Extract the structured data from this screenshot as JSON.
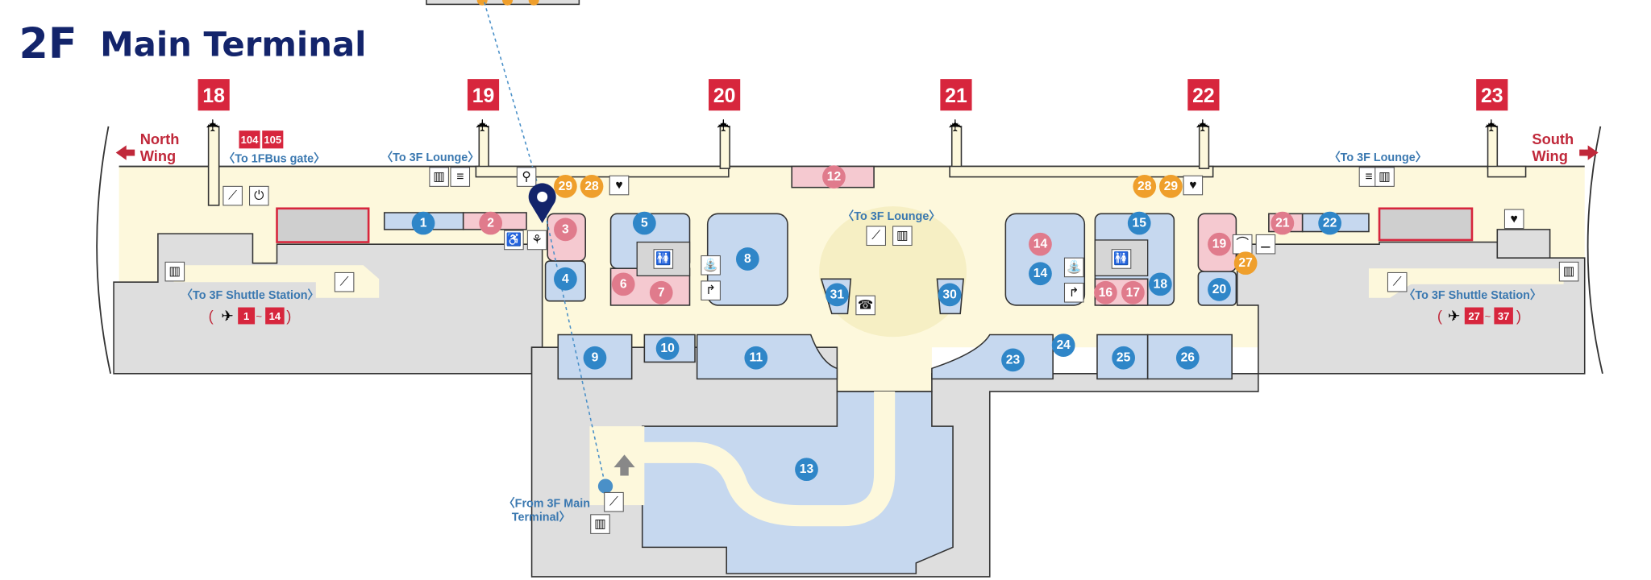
{
  "header": {
    "floor": "2F",
    "title": "Main Terminal"
  },
  "gates": [
    "18",
    "19",
    "20",
    "21",
    "22",
    "23"
  ],
  "wings": {
    "north": [
      "North",
      "Wing"
    ],
    "south": [
      "South",
      "Wing"
    ]
  },
  "bus_gates": [
    "104",
    "105"
  ],
  "labels": {
    "to_bus_gate": "〈To 1FBus gate〉",
    "to_lounge_left": "〈To 3F Lounge〉",
    "to_lounge_center": "〈To 3F Lounge〉",
    "to_lounge_right": "〈To 3F Lounge〉",
    "to_shuttle_left": "〈To 3F Shuttle Station〉",
    "to_shuttle_right": "〈To 3F Shuttle Station〉",
    "shuttle_left_from": "1",
    "shuttle_left_to": "14",
    "shuttle_right_from": "27",
    "shuttle_right_to": "37",
    "from_3f_line1": "〈From 3F Main",
    "from_3f_line2": "Terminal〉"
  },
  "markers": [
    {
      "num": "1",
      "kind": "shop"
    },
    {
      "num": "2",
      "kind": "food"
    },
    {
      "num": "3",
      "kind": "food"
    },
    {
      "num": "4",
      "kind": "shop"
    },
    {
      "num": "5",
      "kind": "shop"
    },
    {
      "num": "6",
      "kind": "food"
    },
    {
      "num": "7",
      "kind": "food"
    },
    {
      "num": "8",
      "kind": "shop"
    },
    {
      "num": "9",
      "kind": "shop"
    },
    {
      "num": "10",
      "kind": "shop"
    },
    {
      "num": "11",
      "kind": "shop"
    },
    {
      "num": "12",
      "kind": "food"
    },
    {
      "num": "13",
      "kind": "shop"
    },
    {
      "num": "14",
      "kind": "food"
    },
    {
      "num": "14",
      "kind": "shop"
    },
    {
      "num": "15",
      "kind": "shop"
    },
    {
      "num": "16",
      "kind": "food"
    },
    {
      "num": "17",
      "kind": "food"
    },
    {
      "num": "18",
      "kind": "shop"
    },
    {
      "num": "19",
      "kind": "food"
    },
    {
      "num": "20",
      "kind": "shop"
    },
    {
      "num": "21",
      "kind": "food"
    },
    {
      "num": "22",
      "kind": "shop"
    },
    {
      "num": "23",
      "kind": "shop"
    },
    {
      "num": "24",
      "kind": "shop"
    },
    {
      "num": "25",
      "kind": "shop"
    },
    {
      "num": "26",
      "kind": "shop"
    },
    {
      "num": "27",
      "kind": "service"
    },
    {
      "num": "28",
      "kind": "service"
    },
    {
      "num": "29",
      "kind": "service"
    },
    {
      "num": "28",
      "kind": "service"
    },
    {
      "num": "29",
      "kind": "service"
    },
    {
      "num": "30",
      "kind": "shop"
    },
    {
      "num": "31",
      "kind": "shop"
    }
  ],
  "colors": {
    "shop": "#2f86c8",
    "food": "#e07b8c",
    "service": "#ef9f2c",
    "accent": "#13246b",
    "gate": "#d7263d"
  }
}
